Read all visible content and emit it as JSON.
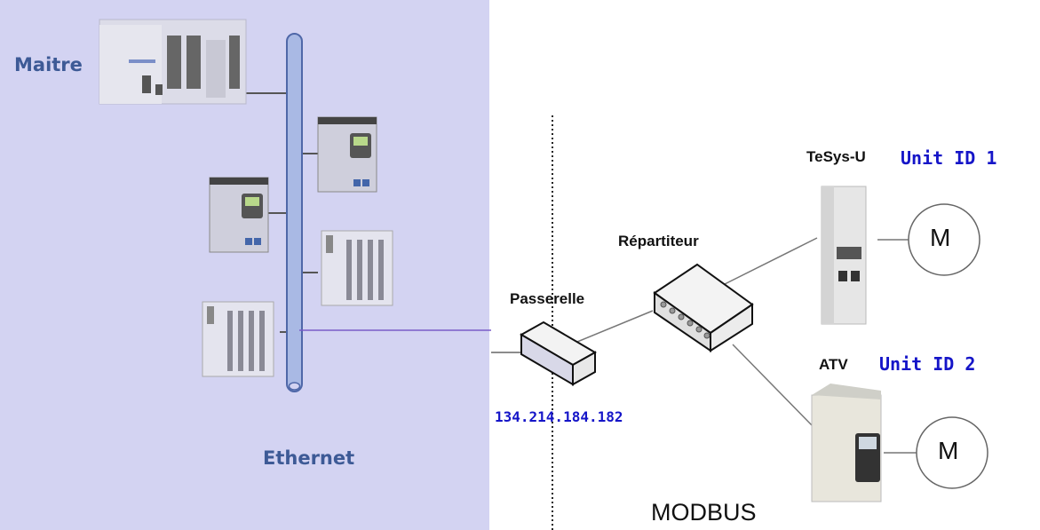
{
  "ethernet_zone": {
    "master_label": "Maitre",
    "network_label": "Ethernet",
    "bg_color": "#d3d3f2"
  },
  "gateway": {
    "label": "Passerelle",
    "ip": "134.214.184.182"
  },
  "hub": {
    "label": "Répartiteur"
  },
  "slaves": [
    {
      "label": "TeSys-U",
      "unit_id": "Unit ID 1",
      "motor": "M"
    },
    {
      "label": "ATV",
      "unit_id": "Unit ID 2",
      "motor": "M"
    }
  ],
  "modbus_zone": {
    "label": "MODBUS"
  },
  "colors": {
    "accent_blue": "#1515c8",
    "ethernet_text": "#3d5a96",
    "link_purple": "#7a5cc8"
  }
}
